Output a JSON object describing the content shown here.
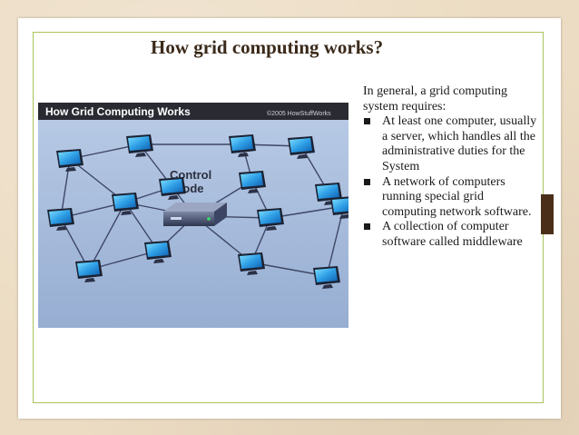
{
  "slide": {
    "title": "How grid computing works?",
    "accent_color": "#a9c35c",
    "figure": {
      "header_text": "How Grid Computing Works",
      "copyright_text": "©2005 HowStuffWorks",
      "control_node_line1": "Control",
      "control_node_line2": "Node"
    },
    "body": {
      "intro": "In general, a grid computing system requires:",
      "bullets": [
        "At least one computer, usually a server, which handles all the administrative duties for the System",
        "A network of computers running special grid computing network software.",
        "A collection of computer software called middleware"
      ]
    }
  }
}
